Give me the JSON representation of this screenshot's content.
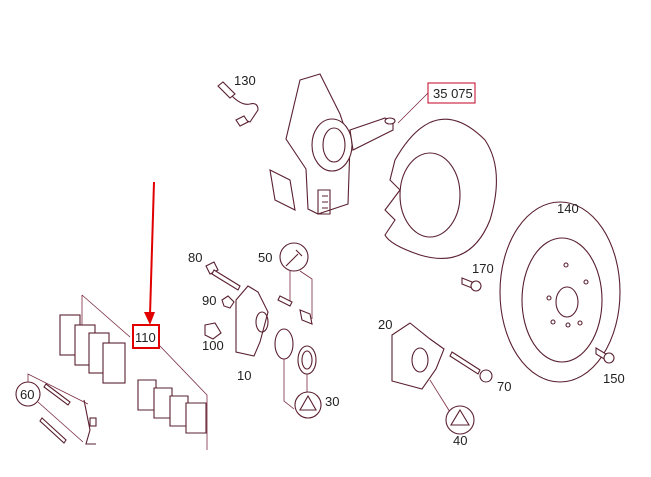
{
  "diagram": {
    "part_labels": {
      "p130": "130",
      "p35075": "35 075",
      "p140": "140",
      "p80": "80",
      "p50": "50",
      "p170": "170",
      "p90": "90",
      "p110": "110",
      "p100": "100",
      "p20": "20",
      "p10": "10",
      "p30": "30",
      "p70": "70",
      "p150": "150",
      "p60": "60",
      "p40": "40"
    },
    "highlight": {
      "part": "110",
      "color": "#e00000"
    },
    "line_color": "#5a2030"
  }
}
